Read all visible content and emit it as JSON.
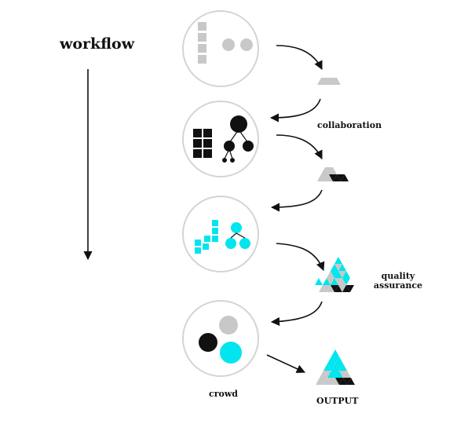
{
  "title": "workflow",
  "labels": {
    "collaboration": "collaboration",
    "quality": "quality",
    "assurance": "assurance",
    "crowd": "crowd",
    "output": "OUTPUT"
  },
  "colors": {
    "gray": "#c8c8c8",
    "black": "#111111",
    "cyan": "#00e5ee",
    "circle_stroke": "#d4d4d4"
  },
  "stages": [
    {
      "name": "stage-1-circle",
      "content": "gray squares and dots"
    },
    {
      "name": "stage-2-circle",
      "content": "black grid and tree"
    },
    {
      "name": "stage-3-circle",
      "content": "cyan staircase and tree"
    },
    {
      "name": "stage-4-circle",
      "content": "black, gray and cyan dots"
    }
  ]
}
